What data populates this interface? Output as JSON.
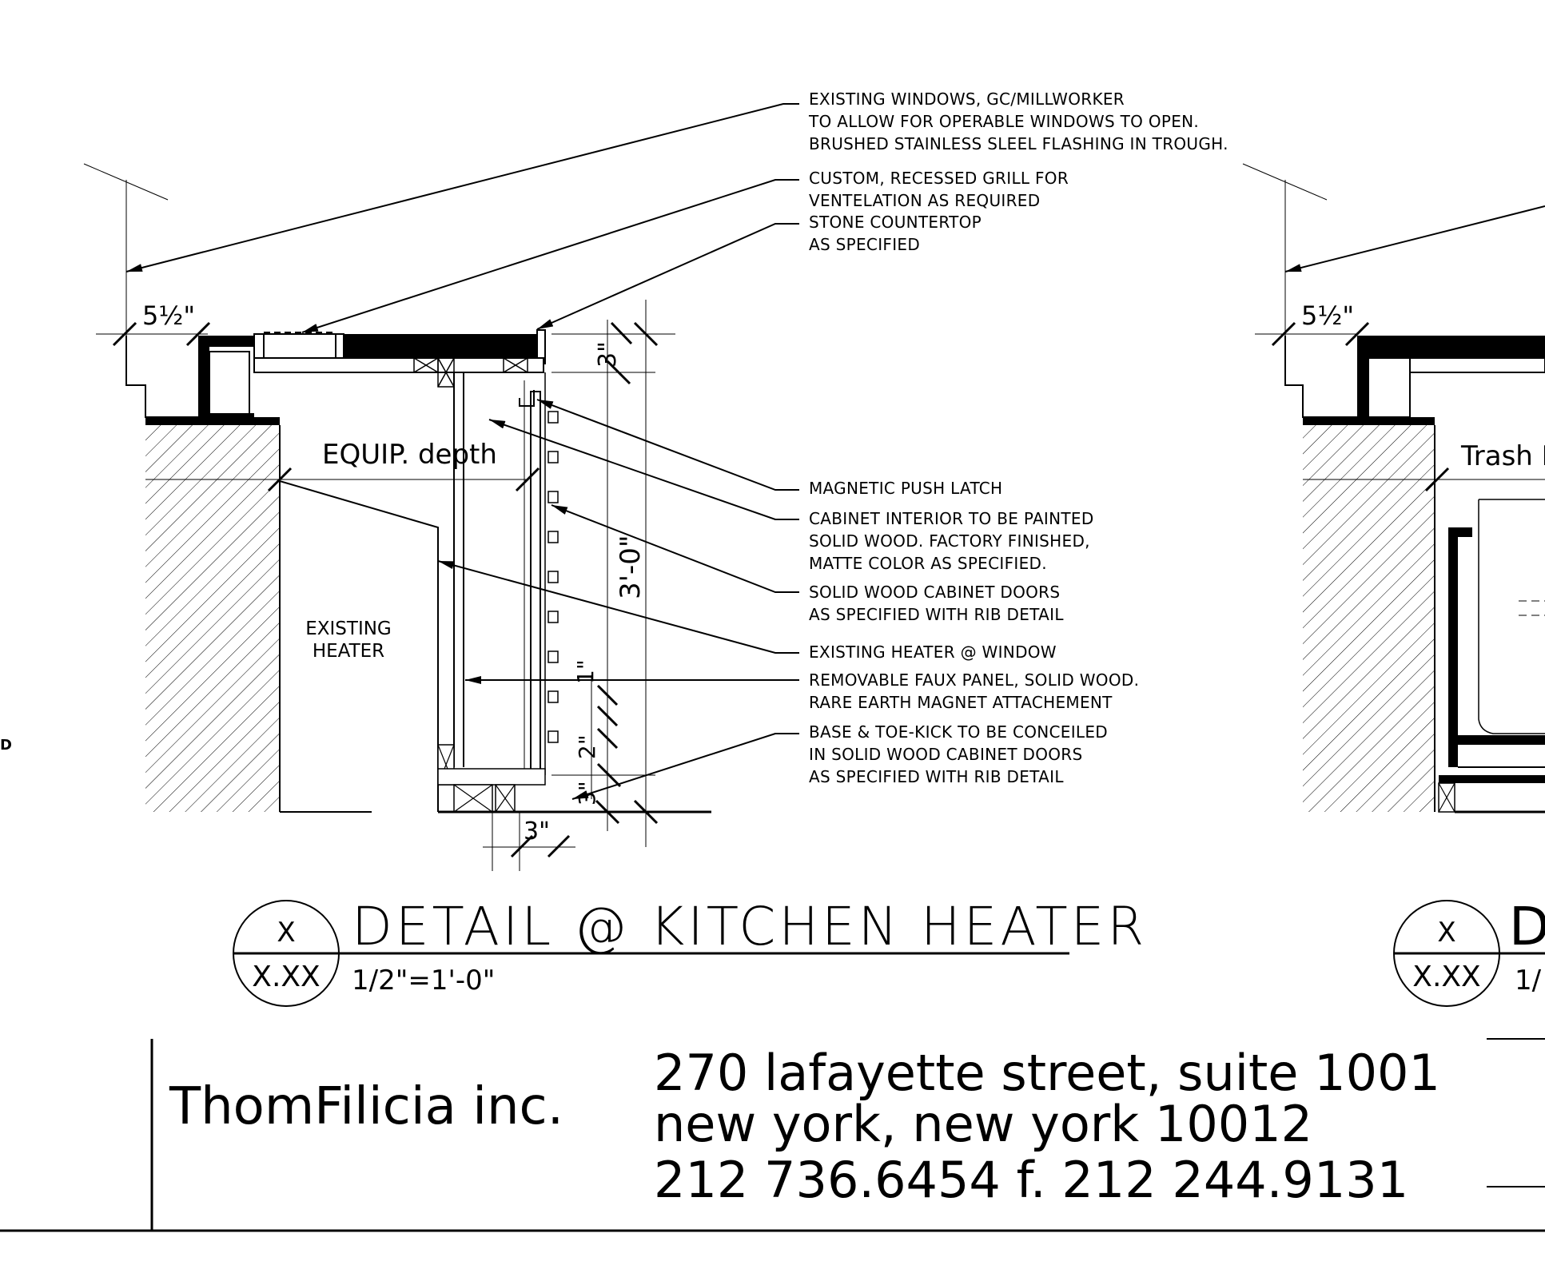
{
  "notes": {
    "n1": [
      "EXISTING WINDOWS, GC/MILLWORKER",
      "TO ALLOW FOR OPERABLE WINDOWS TO OPEN.",
      "BRUSHED STAINLESS SLEEL FLASHING IN TROUGH."
    ],
    "n2": [
      "CUSTOM, RECESSED GRILL FOR",
      "VENTELATION AS REQUIRED"
    ],
    "n3": [
      "STONE COUNTERTOP",
      "AS SPECIFIED"
    ],
    "n4": [
      "MAGNETIC PUSH LATCH"
    ],
    "n5": [
      "CABINET INTERIOR TO BE PAINTED",
      "SOLID WOOD. FACTORY FINISHED,",
      "MATTE COLOR AS SPECIFIED."
    ],
    "n6": [
      "SOLID WOOD CABINET DOORS",
      "AS SPECIFIED WITH RIB DETAIL"
    ],
    "n7": [
      "EXISTING HEATER @ WINDOW"
    ],
    "n8": [
      "REMOVABLE FAUX PANEL, SOLID WOOD.",
      "RARE EARTH MAGNET ATTACHEMENT"
    ],
    "n9": [
      "BASE & TOE-KICK TO BE CONCEILED",
      "IN SOLID WOOD CABINET DOORS",
      "AS SPECIFIED WITH RIB DETAIL"
    ]
  },
  "dims": {
    "left_5_5": "5½\"",
    "right_5_5": "5½\"",
    "top_3": "3\"",
    "three_ft": "3'-0\"",
    "one_in": "1\"",
    "two_in": "2\"",
    "bottom_3": "3\"",
    "base_3": "3\""
  },
  "labels": {
    "equip_depth": "EQUIP. depth",
    "existing_heater_1": "EXISTING",
    "existing_heater_2": "HEATER",
    "trash": "Trash E",
    "edge_letter": "D"
  },
  "title": {
    "bubble_top": "X",
    "bubble_bottom": "X.XX",
    "detail_title": "DETAIL @ KITCHEN HEATER",
    "scale": "1/2\"=1'-0\"",
    "right_bubble_top": "X",
    "right_bubble_bottom": "X.XX",
    "right_title_start": "D",
    "right_scale_start": "1/"
  },
  "titleblock": {
    "company": "ThomFilicia inc.",
    "address_1": "270 lafayette street, suite 1001",
    "address_2": "new york, new york 10012",
    "phone": "212 736.6454  f. 212 244.9131"
  }
}
